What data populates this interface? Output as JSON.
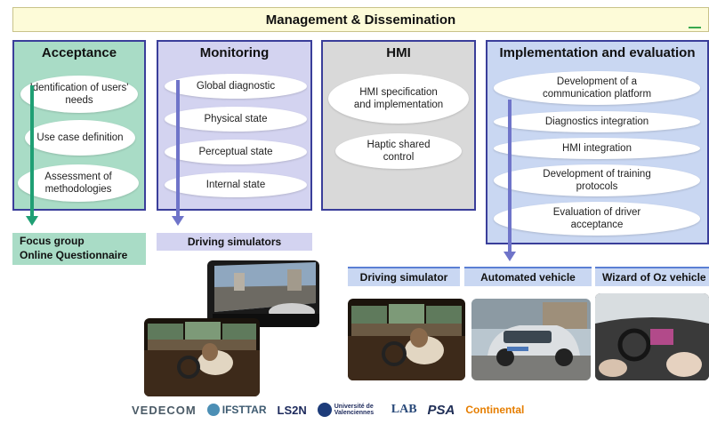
{
  "banner": {
    "title": "Management & Dissemination"
  },
  "panels": {
    "acceptance": {
      "title": "Acceptance",
      "items": [
        "Identification of users' needs",
        "Use case definition",
        "Assessment of methodologies"
      ]
    },
    "monitoring": {
      "title": "Monitoring",
      "items": [
        "Global diagnostic",
        "Physical state",
        "Perceptual state",
        "Internal state"
      ]
    },
    "hmi": {
      "title": "HMI",
      "items": [
        "HMI specification and implementation",
        "Haptic shared control"
      ]
    },
    "implementation": {
      "title": "Implementation and evaluation",
      "items": [
        "Development of a communication platform",
        "Diagnostics integration",
        "HMI integration",
        "Development of training protocols",
        "Evaluation of driver acceptance"
      ]
    }
  },
  "outputs": {
    "focus_group": "Focus group",
    "online_questionnaire": "Online Questionnaire",
    "driving_simulators": "Driving simulators",
    "driving_simulator": "Driving simulator",
    "automated_vehicle": "Automated vehicle",
    "wizard_of_oz": "Wizard of Oz vehicle"
  },
  "logos": [
    "VEDECOM",
    "IFSTTAR",
    "LS2N",
    "Université de Valenciennes",
    "LAB",
    "PSA",
    "Continental"
  ],
  "colors": {
    "acceptance": "#a9dcc6",
    "monitoring": "#d3d3f0",
    "hmi": "#d9d9d9",
    "implementation": "#c9d7f2",
    "panel_border": "#3a3e9a",
    "arrow_green": "#1f9f74",
    "arrow_blue": "#6f74c9"
  }
}
